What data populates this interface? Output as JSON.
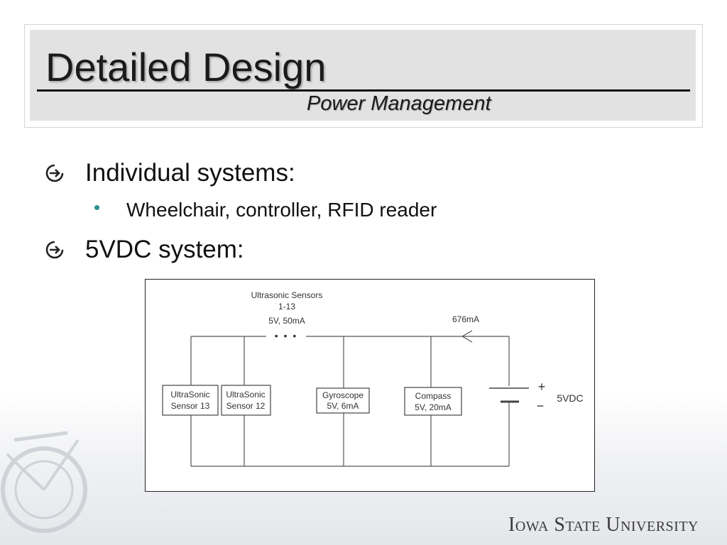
{
  "slide": {
    "title": "Detailed Design",
    "subtitle": "Power Management",
    "bullets": [
      {
        "level": 1,
        "text": "Individual systems:",
        "marker": "arrow-circle-icon"
      },
      {
        "level": 2,
        "text": "Wheelchair, controller, RFID reader",
        "marker": "dot-icon"
      },
      {
        "level": 1,
        "text": "5VDC system:",
        "marker": "arrow-circle-icon"
      }
    ],
    "logo": "Iowa State University",
    "colors": {
      "header_bg": "#e2e2e2",
      "bullet_dot": "#2a8f8f",
      "text": "#111111"
    }
  },
  "diagram": {
    "top_label": {
      "line1": "Ultrasonic Sensors",
      "line2": "1-13",
      "line3": "5V, 50mA"
    },
    "ellipsis": "• • •",
    "current_label": "676mA",
    "components": [
      {
        "line1": "UltraSonic",
        "line2": "Sensor 13"
      },
      {
        "line1": "UltraSonic",
        "line2": "Sensor 12"
      },
      {
        "line1": "Gyroscope",
        "line2": "5V, 6mA"
      },
      {
        "line1": "Compass",
        "line2": "5V, 20mA"
      }
    ],
    "battery": {
      "plus": "+",
      "minus": "−",
      "label": "5VDC"
    }
  }
}
